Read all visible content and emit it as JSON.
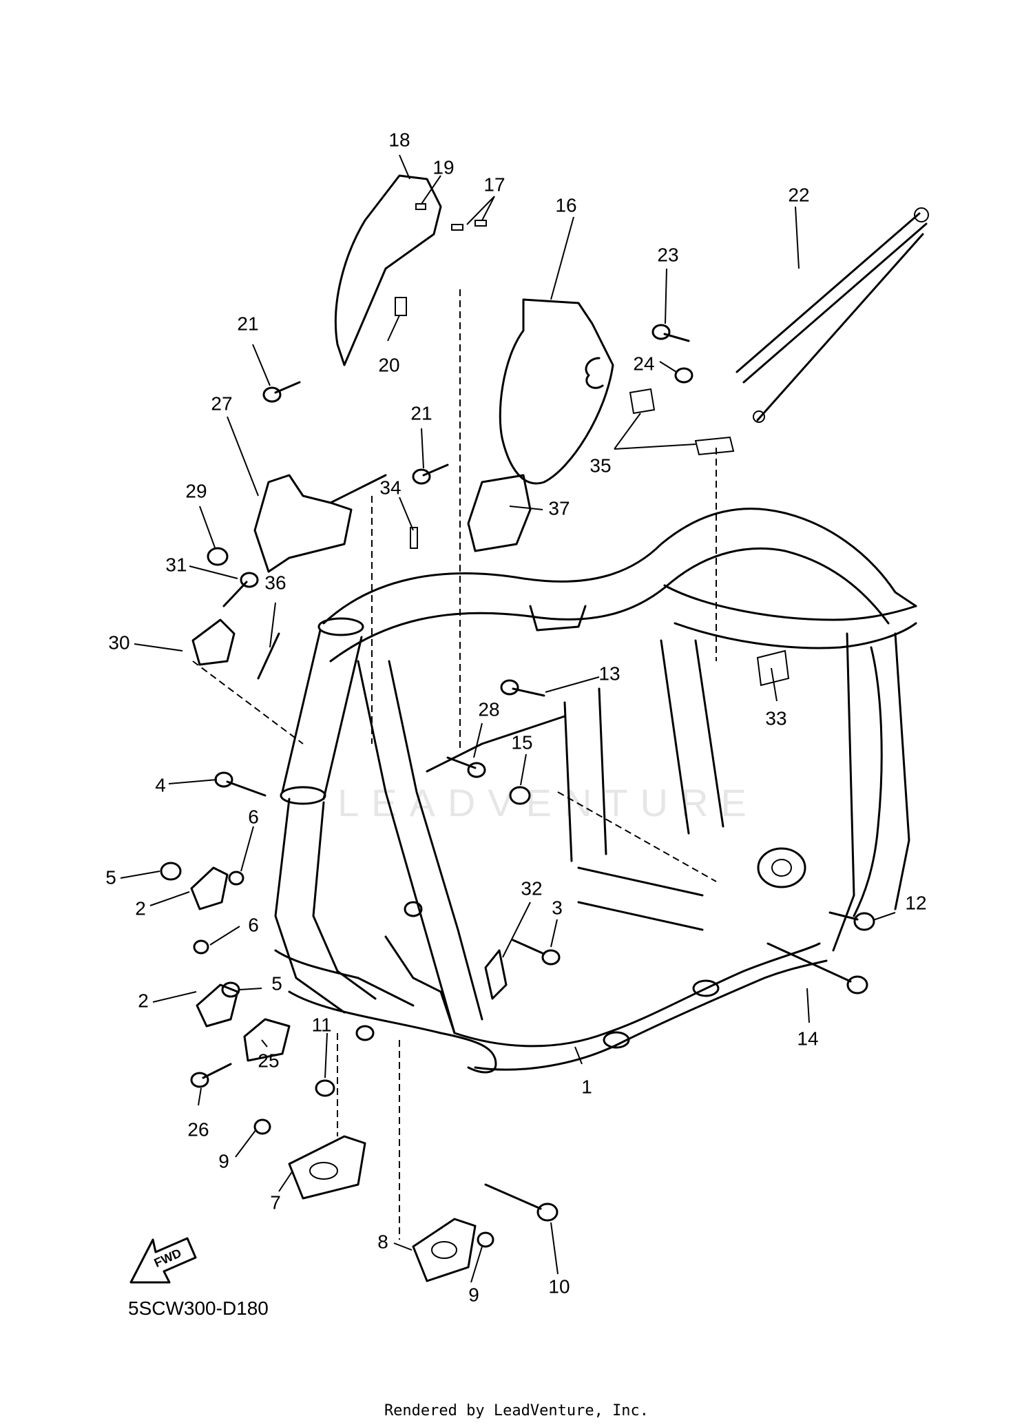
{
  "diagram": {
    "code": "5SCW300-D180",
    "credit": "Rendered by LeadVenture, Inc.",
    "watermark": "LEADVENTURE",
    "fwd_label": "FWD",
    "callouts": [
      "1",
      "2",
      "2",
      "3",
      "4",
      "5",
      "5",
      "6",
      "6",
      "7",
      "8",
      "9",
      "9",
      "10",
      "11",
      "12",
      "13",
      "14",
      "15",
      "16",
      "17",
      "18",
      "19",
      "20",
      "21",
      "21",
      "22",
      "23",
      "24",
      "25",
      "26",
      "27",
      "28",
      "29",
      "30",
      "31",
      "32",
      "33",
      "34",
      "35",
      "36",
      "37"
    ]
  }
}
